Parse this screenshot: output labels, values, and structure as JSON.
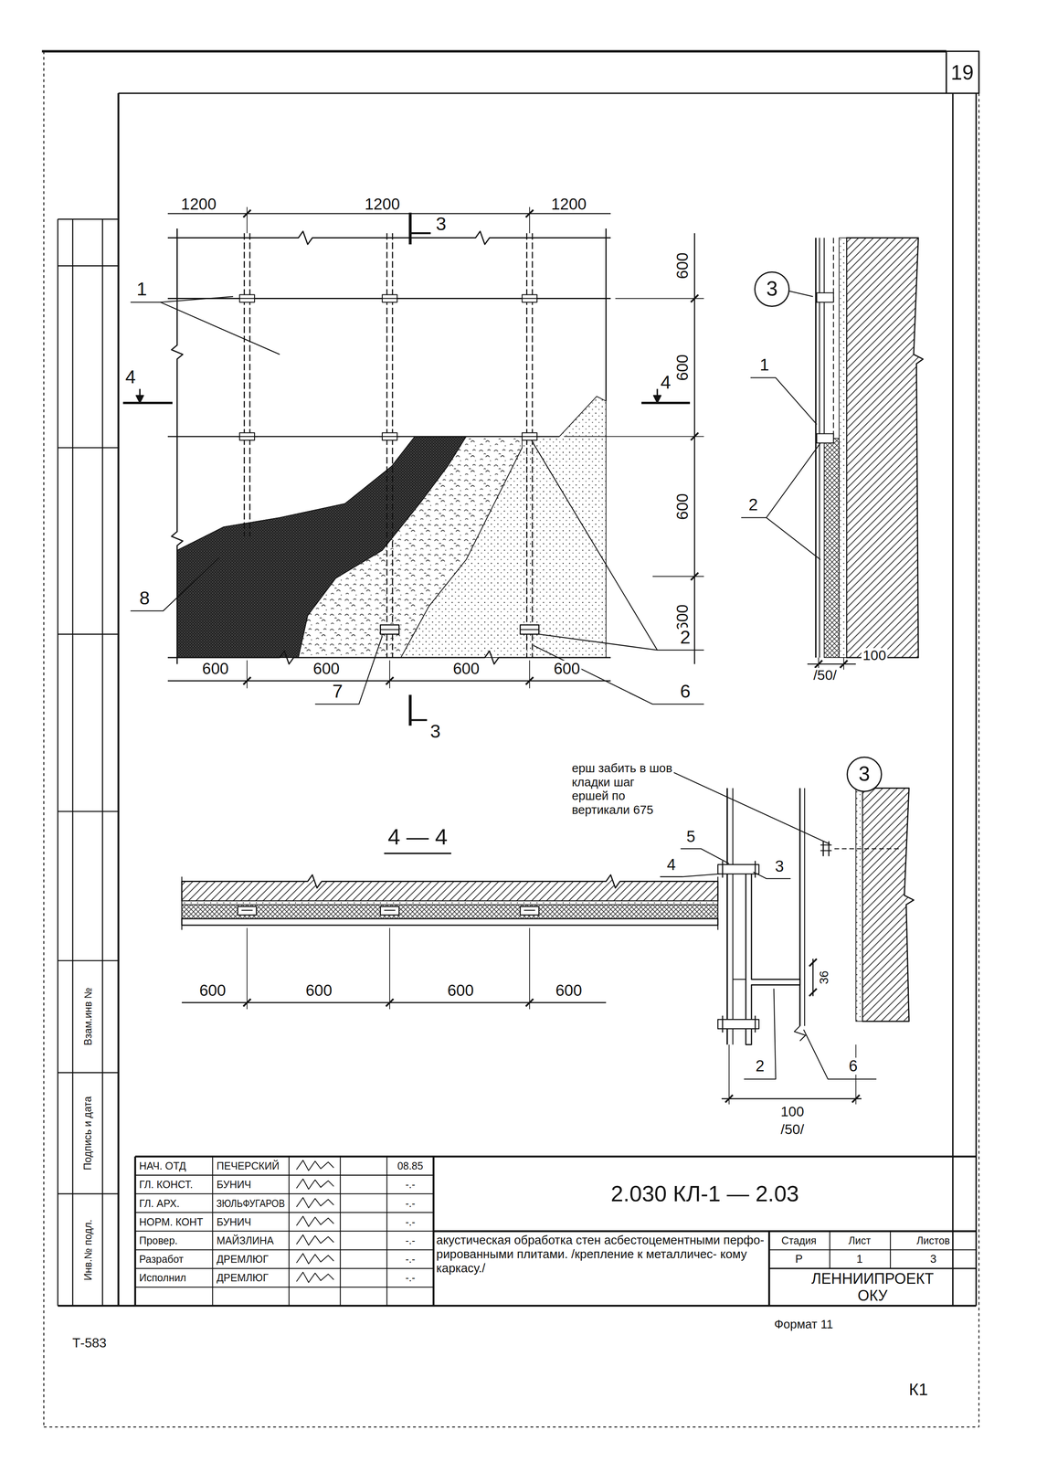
{
  "diagram": {
    "title": "акустическая обработка стен асбестоцементными перфо- рированными плитами. /крепление к металличес- кому каркасу./",
    "nodes": [
      {
        "text": [
          "3"
        ]
      },
      {
        "text": [
          "3"
        ]
      }
    ],
    "labels": [
      "19",
      "1200",
      "1200",
      "1200",
      "3",
      "600",
      "600",
      "600",
      "600",
      "1",
      "4",
      "4",
      "8",
      "7",
      "2",
      "6",
      "600",
      "600",
      "600",
      "600",
      "3",
      "1",
      "2",
      "100",
      "/50/",
      "4 — 4",
      "600",
      "600",
      "600",
      "600",
      "ерш забить в шов кладки шаг ершей по вертикали 675",
      "5",
      "4",
      "3",
      "36",
      "2",
      "6",
      "100",
      "/50/",
      "Взам.инв №",
      "Подпись и дата",
      "Инв.№ подл.",
      "НАЧ. ОТД",
      "ПЕЧЕРСКИЙ",
      "08.85",
      "ГЛ. КОНСТ.",
      "БУНИЧ",
      "-.-",
      "ГЛ. АРХ.",
      "ЗЮЛЬФУГАРОВ",
      "-.-",
      "НОРМ. КОНТ",
      "БУНИЧ",
      "-.-",
      "Провер.",
      "МАЙЗЛИНА",
      "-.-",
      "Разработ",
      "ДРЕМЛЮГ",
      "-.-",
      "Исполнил",
      "ДРЕМЛЮГ",
      "-.-",
      "2.030 КЛ-1 — 2.03",
      "Стадия",
      "Лист",
      "Листов",
      "Р",
      "1",
      "3",
      "ЛЕННИИПРОЕКТ ОКУ",
      "Формат 11",
      "Т-583",
      "К1"
    ]
  }
}
